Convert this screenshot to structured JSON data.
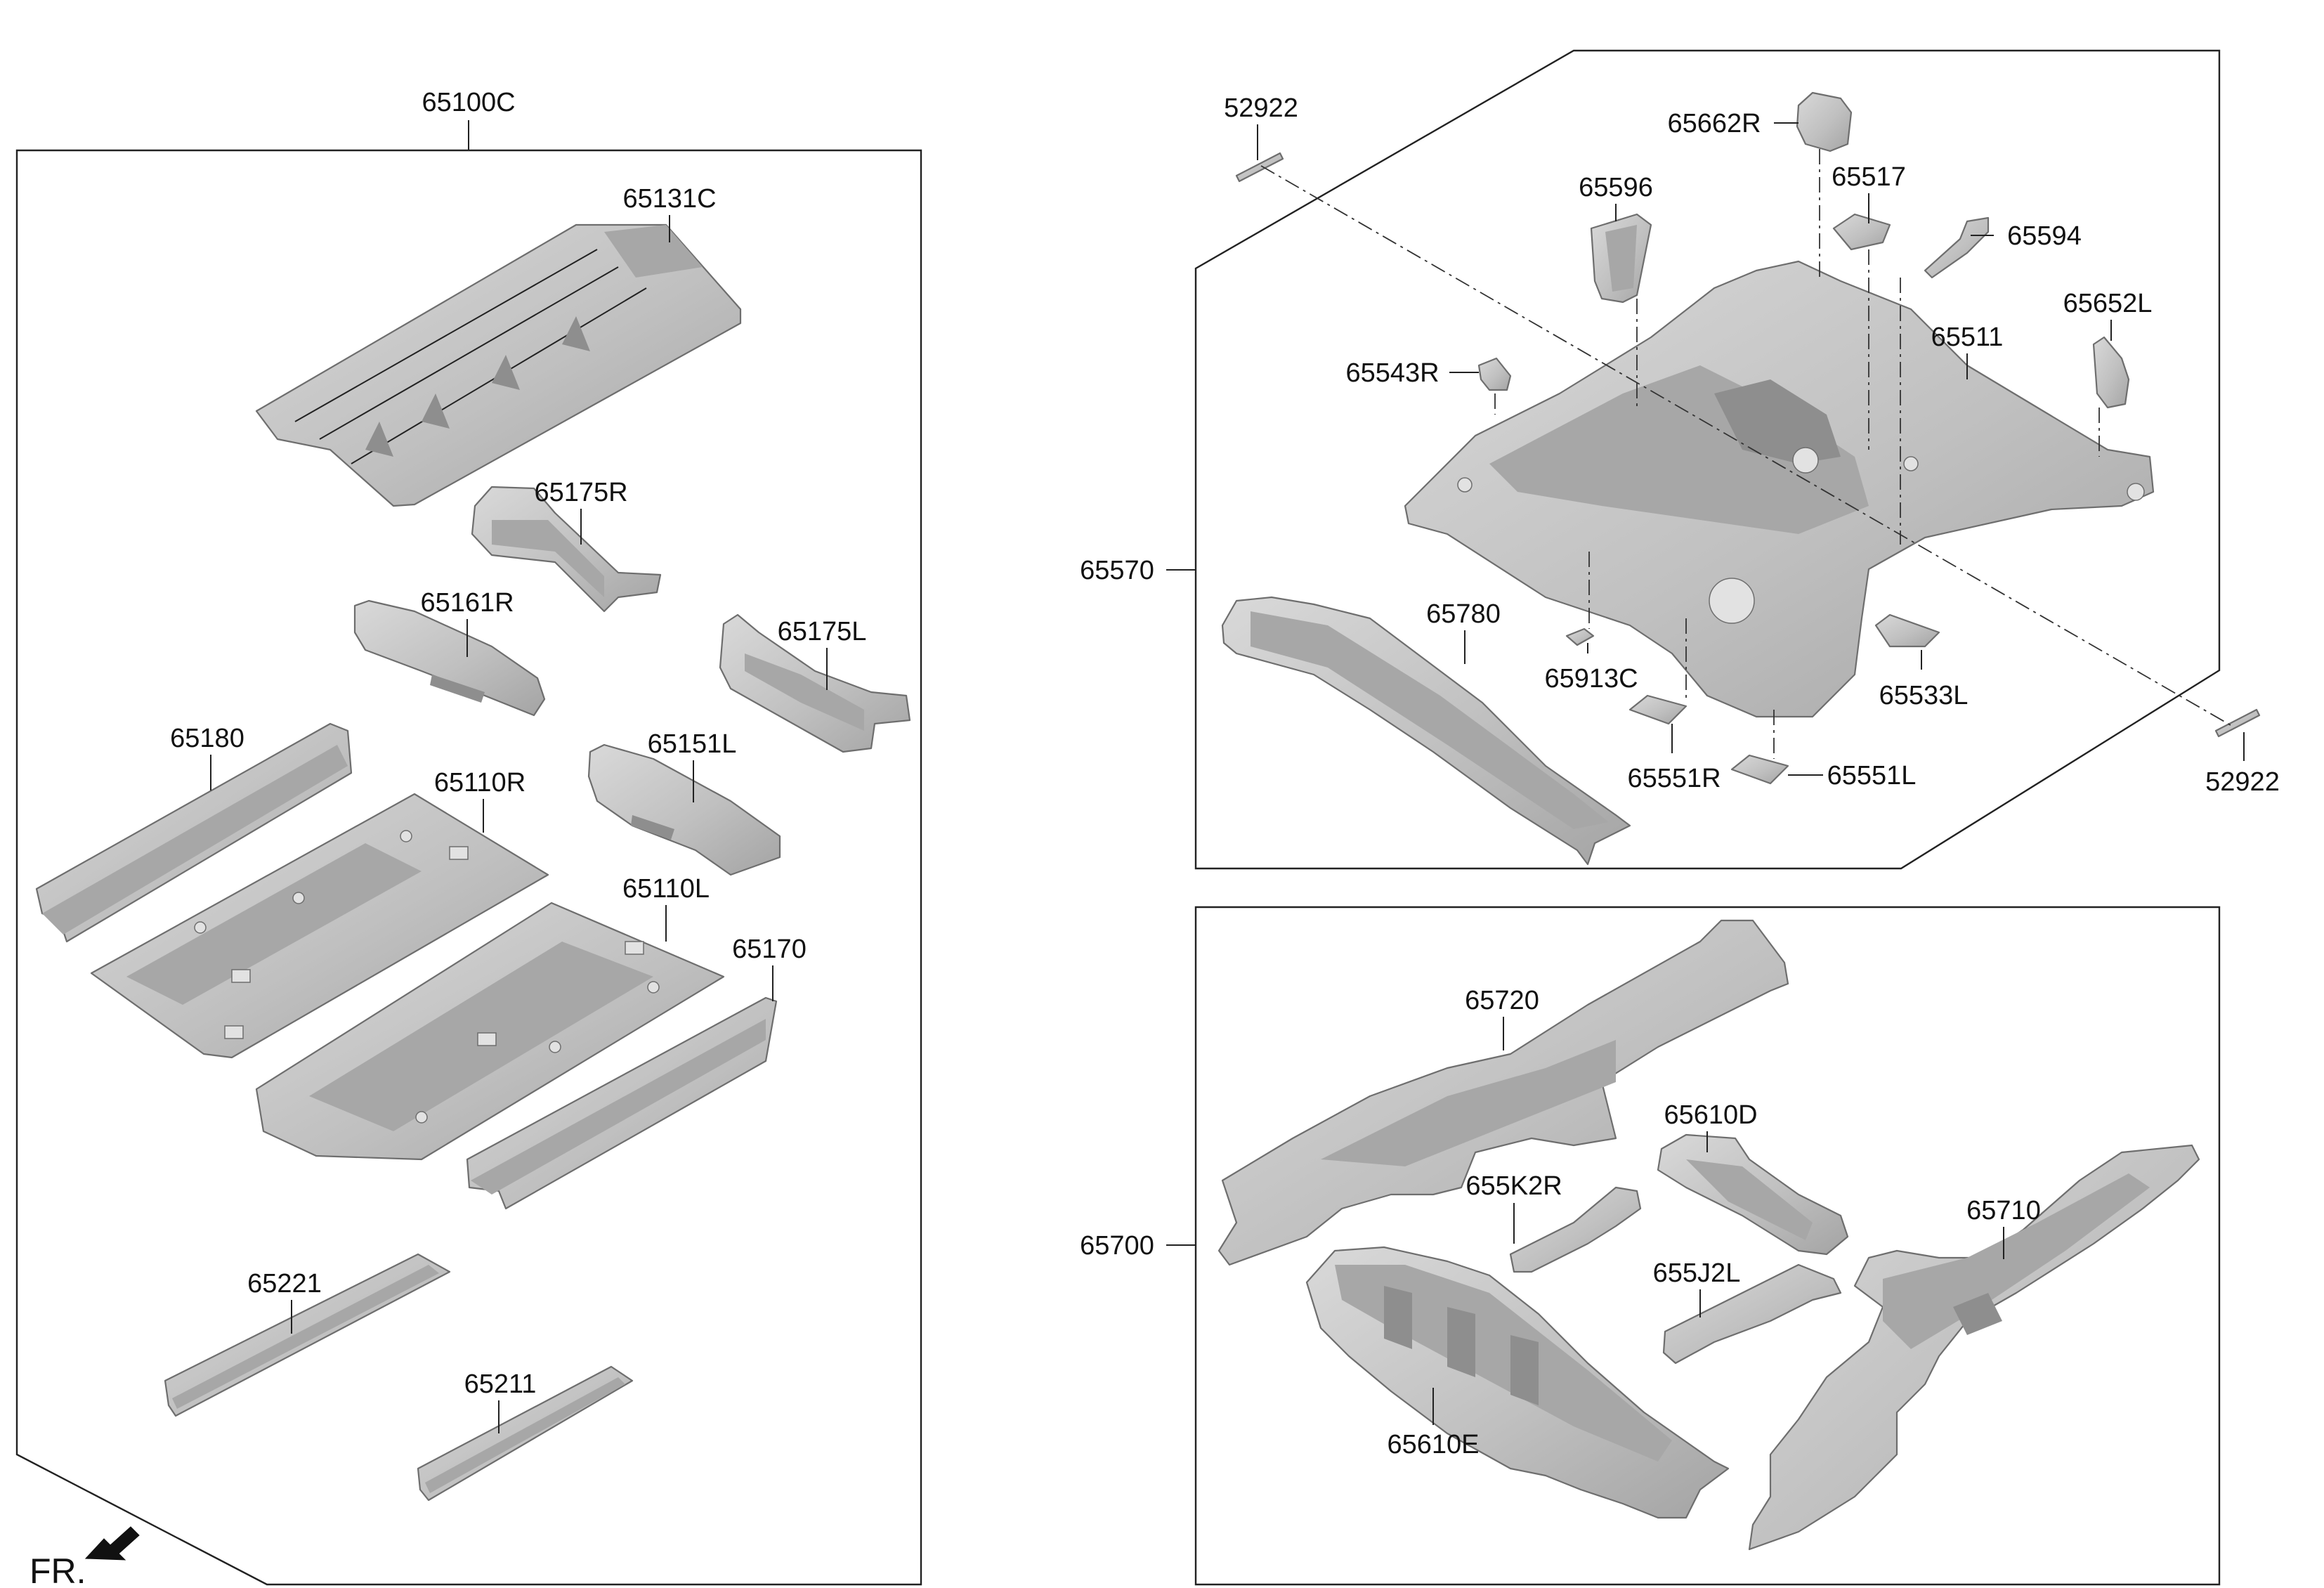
{
  "labels": {
    "p65100C": "65100C",
    "p65131C": "65131C",
    "p65175R": "65175R",
    "p65161R": "65161R",
    "p65175L": "65175L",
    "p65180": "65180",
    "p65151L": "65151L",
    "p65110R": "65110R",
    "p65110L": "65110L",
    "p65170": "65170",
    "p65221": "65221",
    "p65211": "65211",
    "p52922a": "52922",
    "p65662R": "65662R",
    "p65596": "65596",
    "p65517": "65517",
    "p65594": "65594",
    "p65652L": "65652L",
    "p65543R": "65543R",
    "p65511": "65511",
    "p65570": "65570",
    "p65780": "65780",
    "p65913C": "65913C",
    "p65533L": "65533L",
    "p65551R": "65551R",
    "p65551L": "65551L",
    "p52922b": "52922",
    "p65720": "65720",
    "p65610D": "65610D",
    "p655K2R": "655K2R",
    "p65710": "65710",
    "p65700": "65700",
    "p655J2L": "655J2L",
    "p65610E": "65610E"
  },
  "orientation": {
    "text": "FR."
  },
  "colors": {
    "part_fill": "#c4c4c4",
    "part_shade": "#a7a7a7",
    "line": "#222222"
  }
}
